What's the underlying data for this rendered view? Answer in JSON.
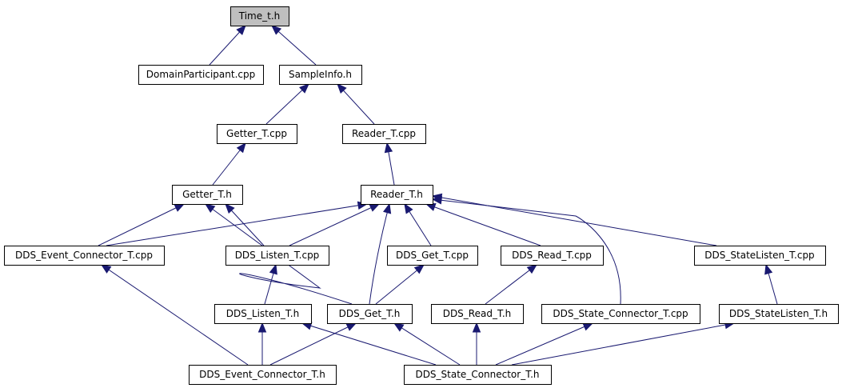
{
  "nodes": [
    {
      "id": "time_t_h",
      "label": "Time_t.h",
      "highlight": true
    },
    {
      "id": "domainparticipant_cpp",
      "label": "DomainParticipant.cpp"
    },
    {
      "id": "sampleinfo_h",
      "label": "SampleInfo.h"
    },
    {
      "id": "getter_t_cpp",
      "label": "Getter_T.cpp"
    },
    {
      "id": "reader_t_cpp",
      "label": "Reader_T.cpp"
    },
    {
      "id": "getter_t_h",
      "label": "Getter_T.h"
    },
    {
      "id": "reader_t_h",
      "label": "Reader_T.h"
    },
    {
      "id": "dds_event_connector_t_cpp",
      "label": "DDS_Event_Connector_T.cpp"
    },
    {
      "id": "dds_listen_t_cpp",
      "label": "DDS_Listen_T.cpp"
    },
    {
      "id": "dds_get_t_cpp",
      "label": "DDS_Get_T.cpp"
    },
    {
      "id": "dds_read_t_cpp",
      "label": "DDS_Read_T.cpp"
    },
    {
      "id": "dds_statelisten_t_cpp",
      "label": "DDS_StateListen_T.cpp"
    },
    {
      "id": "dds_listen_t_h",
      "label": "DDS_Listen_T.h"
    },
    {
      "id": "dds_get_t_h",
      "label": "DDS_Get_T.h"
    },
    {
      "id": "dds_read_t_h",
      "label": "DDS_Read_T.h"
    },
    {
      "id": "dds_state_connector_t_cpp",
      "label": "DDS_State_Connector_T.cpp"
    },
    {
      "id": "dds_statelisten_t_h",
      "label": "DDS_StateListen_T.h"
    },
    {
      "id": "dds_event_connector_t_h",
      "label": "DDS_Event_Connector_T.h"
    },
    {
      "id": "dds_state_connector_t_h",
      "label": "DDS_State_Connector_T.h"
    }
  ],
  "edges": [
    {
      "from": "domainparticipant_cpp",
      "to": "time_t_h"
    },
    {
      "from": "sampleinfo_h",
      "to": "time_t_h"
    },
    {
      "from": "getter_t_cpp",
      "to": "sampleinfo_h"
    },
    {
      "from": "reader_t_cpp",
      "to": "sampleinfo_h"
    },
    {
      "from": "getter_t_h",
      "to": "getter_t_cpp"
    },
    {
      "from": "reader_t_h",
      "to": "reader_t_cpp"
    },
    {
      "from": "dds_event_connector_t_cpp",
      "to": "getter_t_h"
    },
    {
      "from": "dds_listen_t_cpp",
      "to": "getter_t_h"
    },
    {
      "from": "dds_get_t_h",
      "to": "getter_t_h"
    },
    {
      "from": "dds_event_connector_t_cpp",
      "to": "reader_t_h"
    },
    {
      "from": "dds_listen_t_cpp",
      "to": "reader_t_h"
    },
    {
      "from": "dds_get_t_h",
      "to": "reader_t_h"
    },
    {
      "from": "dds_get_t_cpp",
      "to": "reader_t_h"
    },
    {
      "from": "dds_read_t_cpp",
      "to": "reader_t_h"
    },
    {
      "from": "dds_state_connector_t_cpp",
      "to": "reader_t_h"
    },
    {
      "from": "dds_statelisten_t_cpp",
      "to": "reader_t_h"
    },
    {
      "from": "dds_listen_t_h",
      "to": "dds_listen_t_cpp"
    },
    {
      "from": "dds_get_t_h",
      "to": "dds_get_t_cpp"
    },
    {
      "from": "dds_read_t_h",
      "to": "dds_read_t_cpp"
    },
    {
      "from": "dds_statelisten_t_h",
      "to": "dds_statelisten_t_cpp"
    },
    {
      "from": "dds_event_connector_t_h",
      "to": "dds_event_connector_t_cpp"
    },
    {
      "from": "dds_event_connector_t_h",
      "to": "dds_listen_t_h"
    },
    {
      "from": "dds_event_connector_t_h",
      "to": "dds_get_t_h"
    },
    {
      "from": "dds_state_connector_t_h",
      "to": "dds_listen_t_h"
    },
    {
      "from": "dds_state_connector_t_h",
      "to": "dds_get_t_h"
    },
    {
      "from": "dds_state_connector_t_h",
      "to": "dds_read_t_h"
    },
    {
      "from": "dds_state_connector_t_h",
      "to": "dds_state_connector_t_cpp"
    },
    {
      "from": "dds_state_connector_t_h",
      "to": "dds_statelisten_t_h"
    }
  ]
}
